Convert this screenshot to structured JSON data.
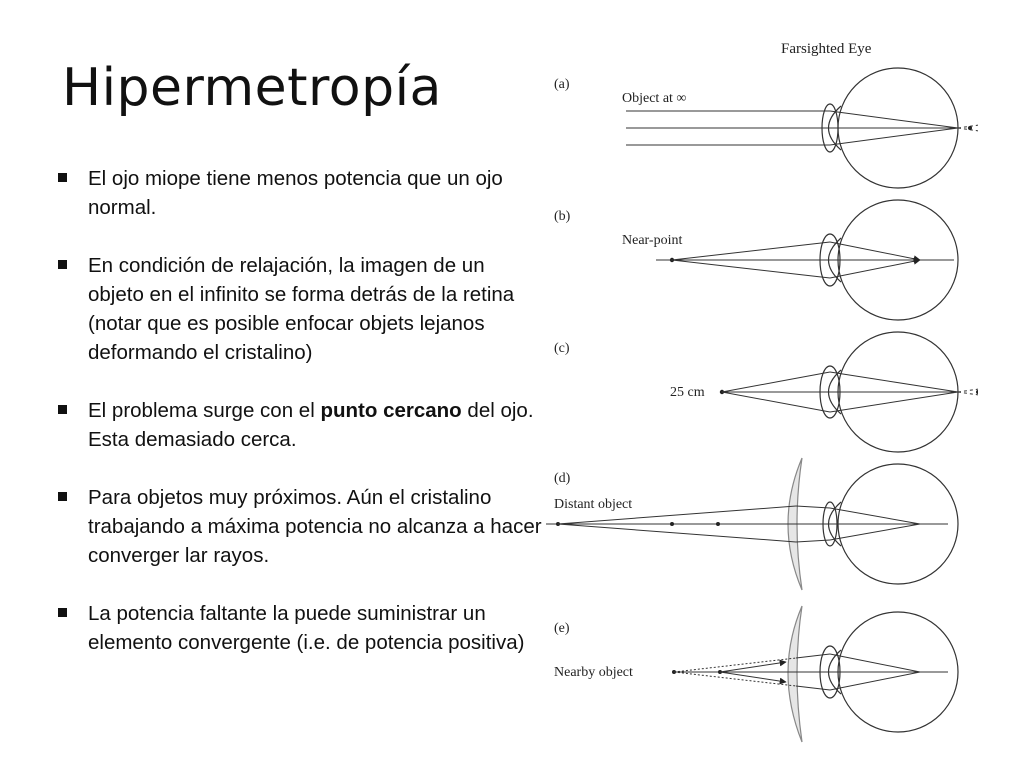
{
  "slide": {
    "title": "Hipermetropía",
    "bullets": [
      {
        "segments": [
          {
            "text": "El ojo miope tiene menos potencia que un ojo normal.",
            "bold": false
          }
        ]
      },
      {
        "segments": [
          {
            "text": "En condición de relajación, la imagen de un objeto en el infinito se forma detrás de la retina (notar que es posible enfocar objets lejanos deformando el cristalino)",
            "bold": false
          }
        ]
      },
      {
        "segments": [
          {
            "text": "El problema surge con el ",
            "bold": false
          },
          {
            "text": "punto cercano",
            "bold": true
          },
          {
            "text": " del ojo. Esta demasiado cerca.",
            "bold": false
          }
        ]
      },
      {
        "segments": [
          {
            "text": "Para objetos muy próximos. Aún el cristalino trabajando a máxima potencia no alcanza a hacer converger lar rayos.",
            "bold": false
          }
        ]
      },
      {
        "segments": [
          {
            "text": "La potencia faltante la puede suministrar un elemento convergente (i.e. de potencia positiva)",
            "bold": false
          }
        ]
      }
    ]
  },
  "figure": {
    "title": "Farsighted Eye",
    "panels": [
      {
        "letter": "(a)",
        "label": "Object at ∞"
      },
      {
        "letter": "(b)",
        "label": "Near-point"
      },
      {
        "letter": "(c)",
        "label": "25 cm"
      },
      {
        "letter": "(d)",
        "label": "Distant object"
      },
      {
        "letter": "(e)",
        "label": "Nearby object"
      }
    ]
  }
}
